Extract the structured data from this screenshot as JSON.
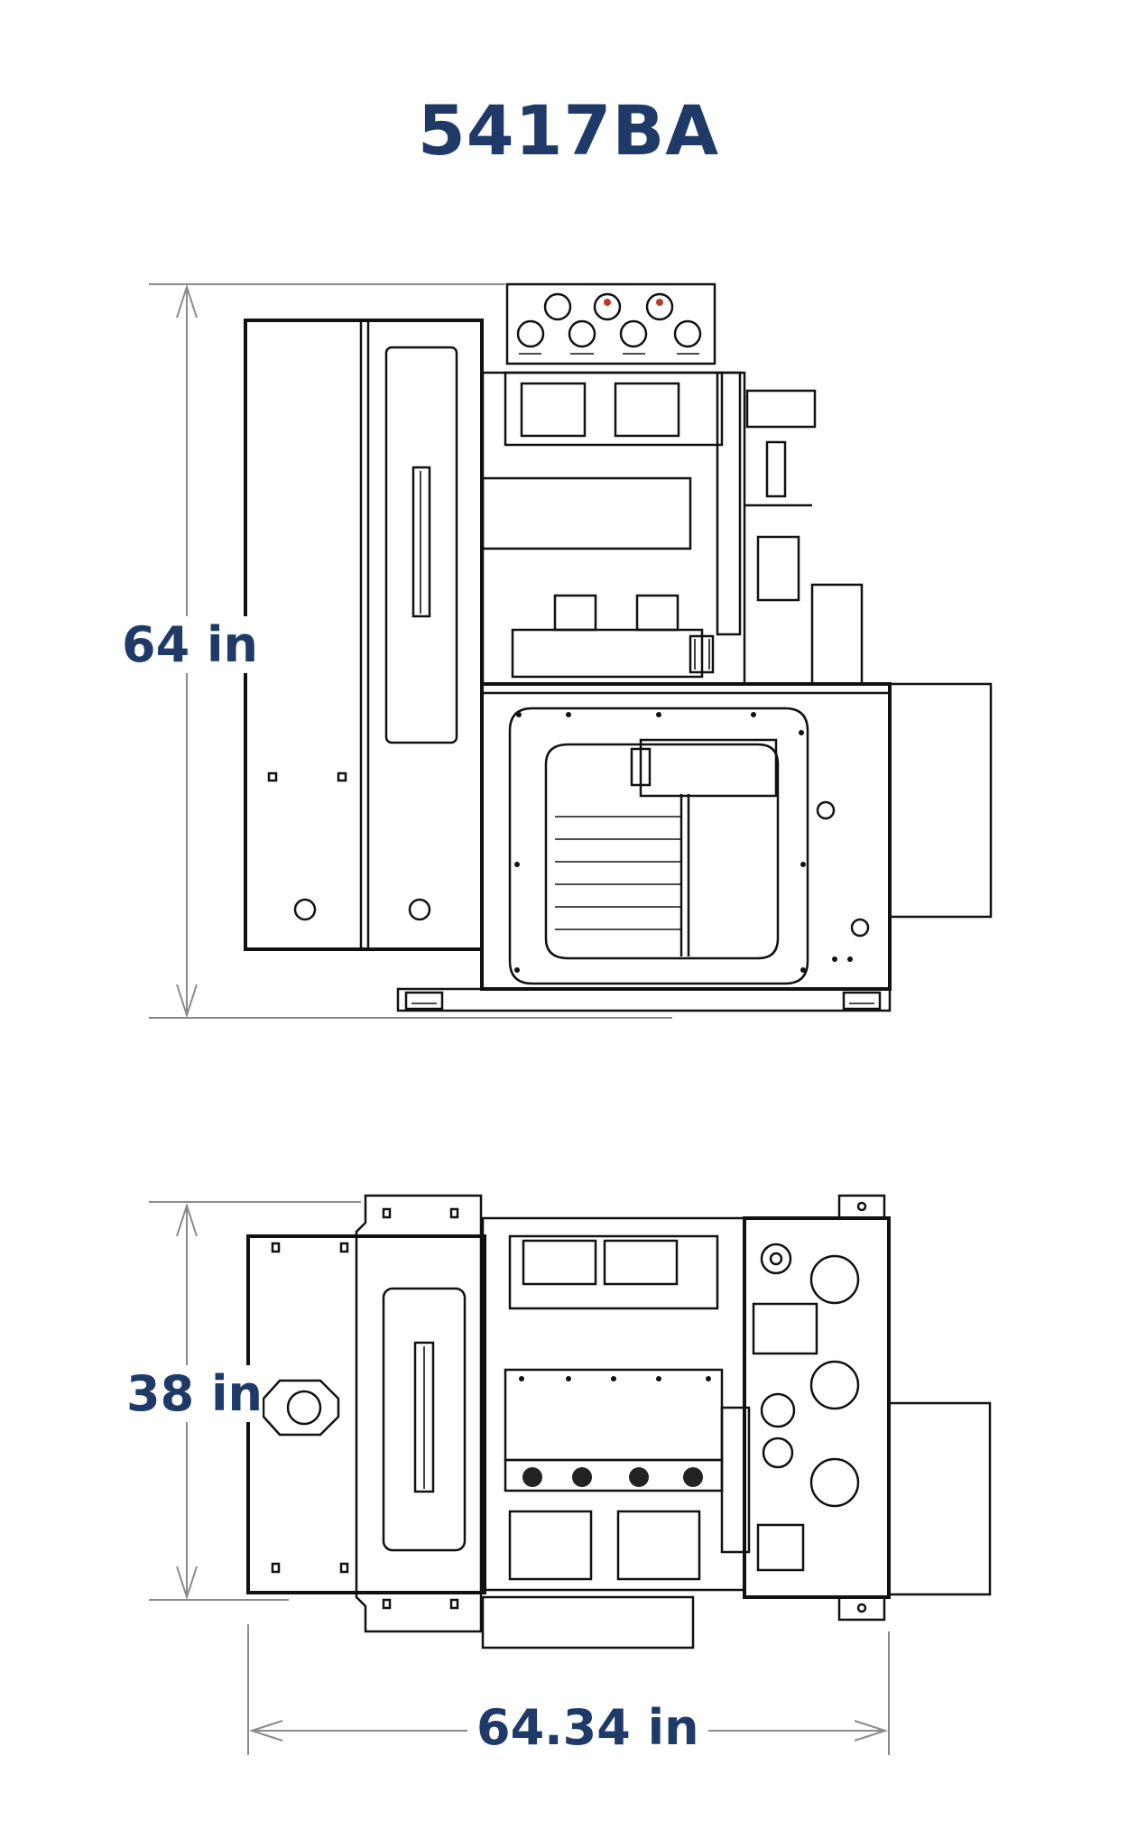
{
  "title": "5417BA",
  "dimensions": {
    "height": "64 in",
    "depth": "38 in",
    "length": "64.34 in"
  },
  "colors": {
    "label": "#1f3a68",
    "drawing": "#111111",
    "dimension_line": "#8a8a8a"
  }
}
